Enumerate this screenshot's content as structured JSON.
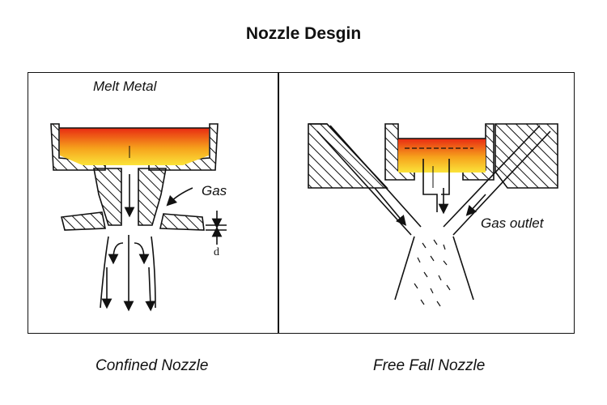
{
  "title": "Nozzle Desgin",
  "left": {
    "caption": "Confined Nozzle",
    "melt_label": "Melt Metal",
    "gas_label": "Gas",
    "dimension_label": "d"
  },
  "right": {
    "caption": "Free Fall Nozzle",
    "gas_outlet_label": "Gas outlet"
  },
  "colors": {
    "melt_top": "#e82a12",
    "melt_mid": "#f6a31c",
    "melt_bottom": "#fbe43a",
    "line": "#111111"
  }
}
